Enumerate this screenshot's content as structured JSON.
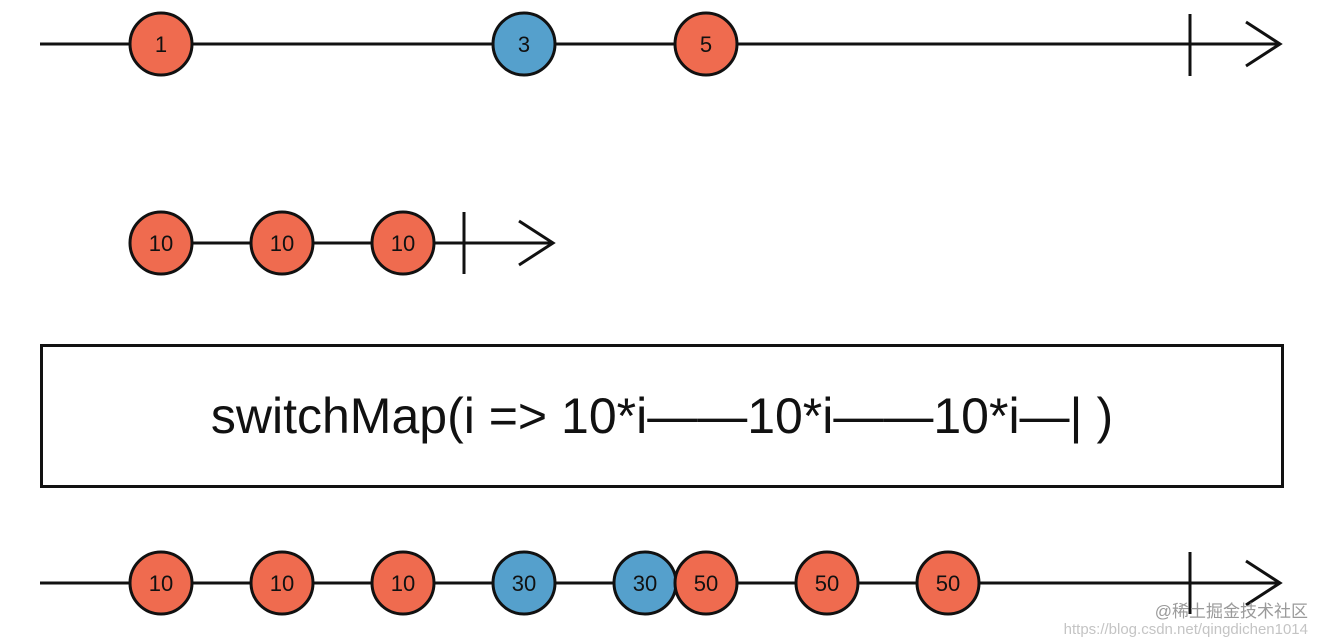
{
  "colors": {
    "orange": "#ef6b4f",
    "blue": "#55a0cc",
    "stroke": "#111111"
  },
  "timelines": [
    {
      "id": "source",
      "has_arrow": true,
      "marbles": [
        {
          "label": "1",
          "color": "orange"
        },
        {
          "label": "3",
          "color": "blue"
        },
        {
          "label": "5",
          "color": "orange"
        }
      ]
    },
    {
      "id": "inner",
      "has_arrow": true,
      "marbles": [
        {
          "label": "10",
          "color": "orange"
        },
        {
          "label": "10",
          "color": "orange"
        },
        {
          "label": "10",
          "color": "orange"
        }
      ]
    },
    {
      "id": "result",
      "has_arrow": true,
      "marbles": [
        {
          "label": "10",
          "color": "orange"
        },
        {
          "label": "10",
          "color": "orange"
        },
        {
          "label": "10",
          "color": "orange"
        },
        {
          "label": "30",
          "color": "blue"
        },
        {
          "label": "30",
          "color": "blue"
        },
        {
          "label": "50",
          "color": "orange"
        },
        {
          "label": "50",
          "color": "orange"
        },
        {
          "label": "50",
          "color": "orange"
        }
      ]
    }
  ],
  "operator": {
    "label": "switchMap(i => 10*i——10*i——10*i—| )"
  },
  "watermark": {
    "line1": "@稀土掘金技术社区",
    "line2": "https://blog.csdn.net/qingdichen1014"
  }
}
